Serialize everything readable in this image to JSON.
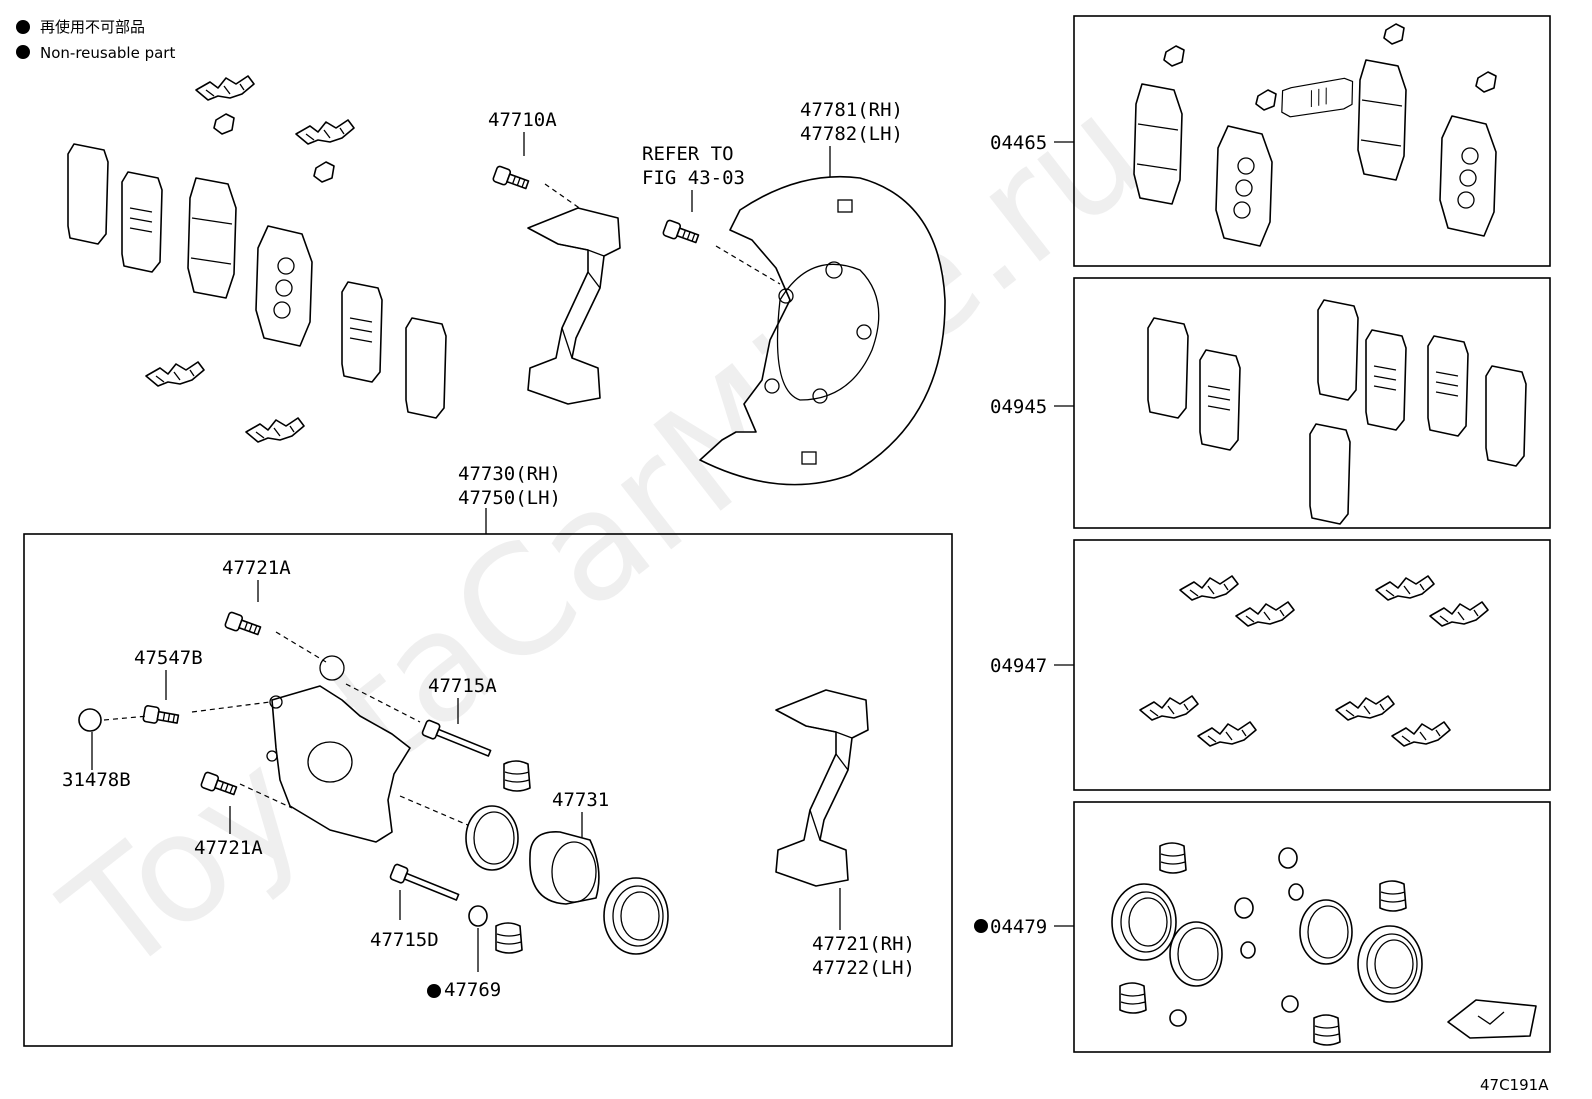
{
  "legend": {
    "jp": "再使用不可部品",
    "en": "Non-reusable part"
  },
  "labels": {
    "p47710A": "47710A",
    "refer1": "REFER TO",
    "refer2": "FIG 43-03",
    "shield_rh": "47781(RH)",
    "shield_lh": "47782(LH)",
    "caliper_rh": "47730(RH)",
    "caliper_lh": "47750(LH)",
    "p47721A_top": "47721A",
    "p47547B": "47547B",
    "p31478B": "31478B",
    "p47721A_bot": "47721A",
    "p47715A": "47715A",
    "p47731": "47731",
    "p47715D": "47715D",
    "p47769": "47769",
    "mount_rh": "47721(RH)",
    "mount_lh": "47722(LH)",
    "kit04465": "04465",
    "kit04945": "04945",
    "kit04947": "04947",
    "kit04479": "04479",
    "figure_code": "47C191A"
  },
  "watermark": "ToyotaCarMine.ru"
}
